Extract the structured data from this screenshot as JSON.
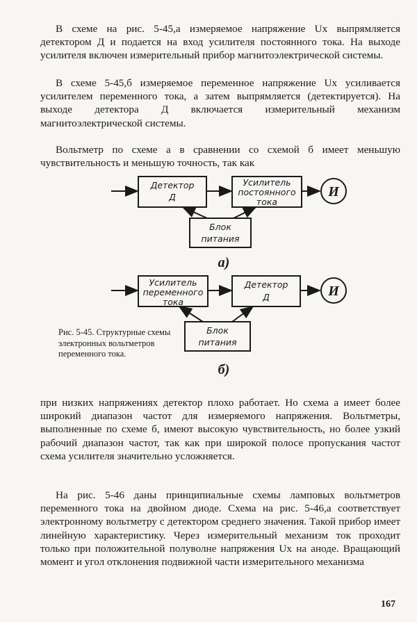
{
  "paragraphs": {
    "p1": "В схеме на рис. 5-45,а измеряемое напряжение Ux выпрямляется детектором Д и подается на вход усилителя постоянного тока. На выходе усилителя включен измерительный прибор магнитоэлектрической системы.",
    "p2": "В схеме 5-45,б измеряемое переменное напряжение Ux усиливается усилителем переменного тока, а затем выпрямляется (детектируется). На выходе детектора Д включается измерительный механизм магнитоэлектрической системы.",
    "p3": "Вольтметр по схеме а в сравнении со схемой б имеет меньшую чувствительность и меньшую точность, так как",
    "p4": "при низких напряжениях детектор плохо работает. Но схема а имеет более широкий диапазон частот для измеряемого напряжения. Вольтметры, выполненные по схеме б, имеют высокую чувствительность, но более узкий рабочий диапазон частот, так как при широкой полосе пропускания частот схема усилителя значительно усложняется.",
    "p5": "На рис. 5-46 даны принципиальные схемы ламповых вольтметров переменного тока на двойном диоде. Схема на рис. 5-46,а соответствует электронному вольтметру с детектором среднего значения. Такой прибор имеет линейную характеристику. Через измерительный механизм ток проходит только при положительной полуволне напряжения Ux на аноде. Вращающий момент и угол отклонения подвижной части измерительного механизма"
  },
  "figure": {
    "diagram_a": {
      "block1": [
        "Детектор",
        "Д"
      ],
      "block2": [
        "Усилитель",
        "постоянного",
        "тока"
      ],
      "power": [
        "Блок",
        "питания"
      ],
      "meter": "И",
      "label": "а)"
    },
    "diagram_b": {
      "block1": [
        "Усилитель",
        "переменного",
        "тока"
      ],
      "block2": [
        "Детектор",
        "Д"
      ],
      "power": [
        "Блок",
        "питания"
      ],
      "meter": "И",
      "label": "б)"
    },
    "caption": "Рис. 5-45. Структурные схемы электронных вольтметров переменного тока."
  },
  "page_number": "167"
}
